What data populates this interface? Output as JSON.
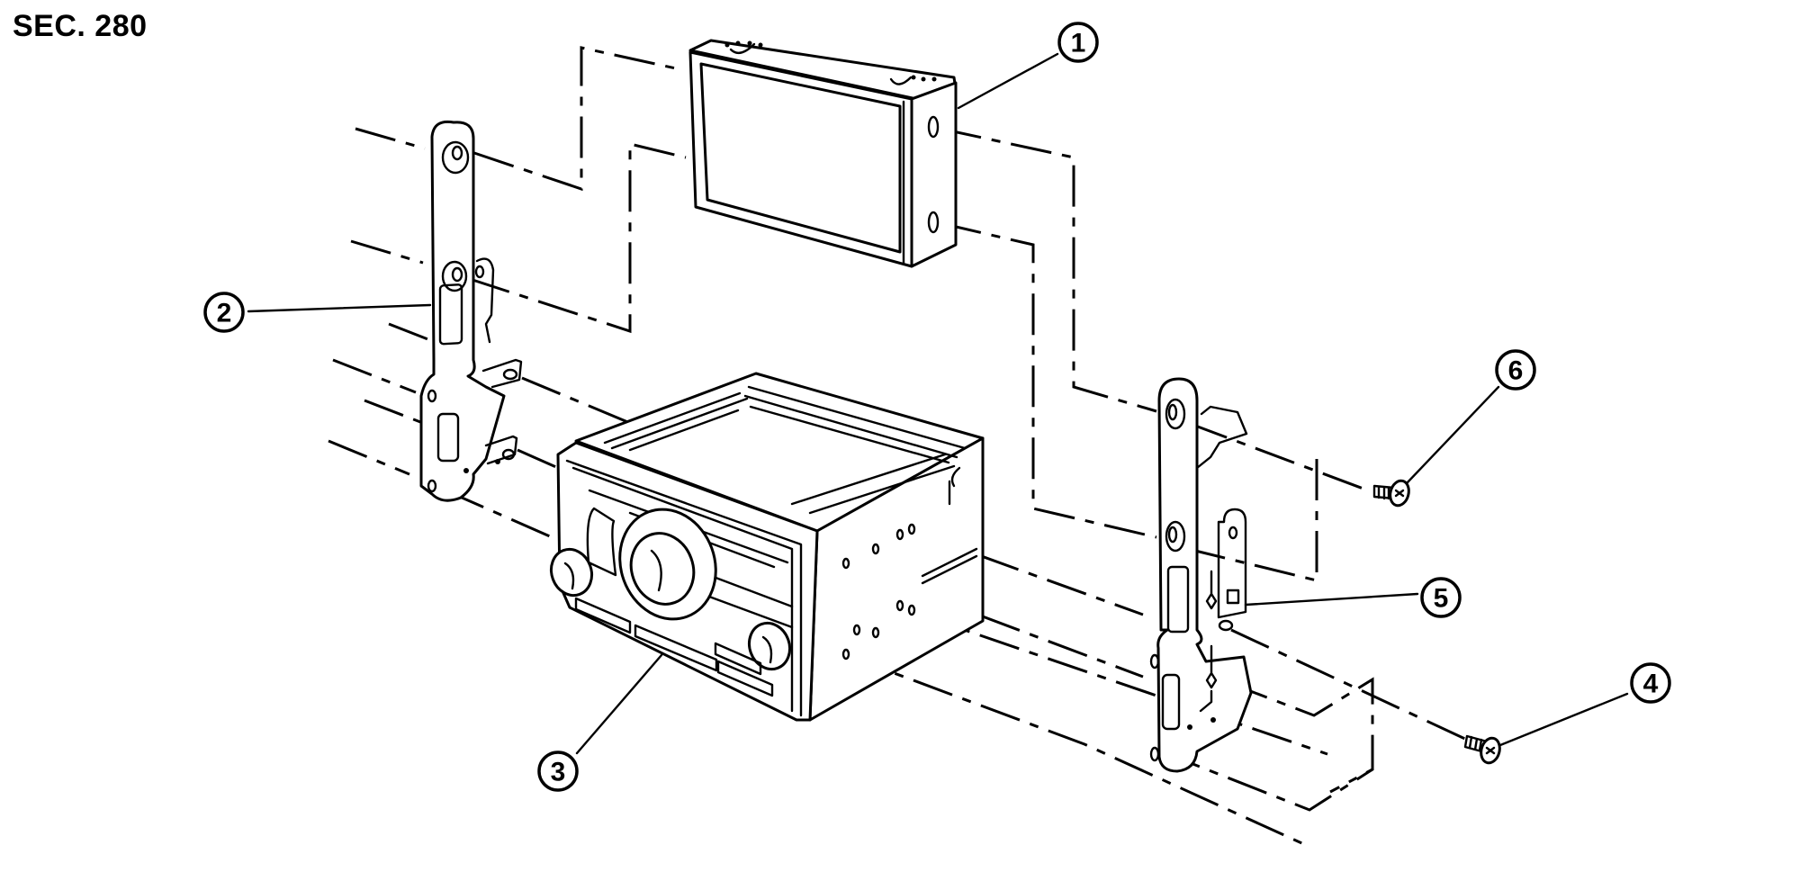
{
  "header": {
    "section_label": "SEC. 280"
  },
  "diagram": {
    "title": "Audio unit / display unit installation exploded view",
    "colors": {
      "line": "#000000",
      "background": "#ffffff"
    },
    "callouts": [
      {
        "number": "1",
        "part": "display-unit"
      },
      {
        "number": "2",
        "part": "left-bracket"
      },
      {
        "number": "3",
        "part": "audio-unit"
      },
      {
        "number": "4",
        "part": "lower-screw"
      },
      {
        "number": "5",
        "part": "right-bracket"
      },
      {
        "number": "6",
        "part": "upper-screw"
      }
    ]
  }
}
